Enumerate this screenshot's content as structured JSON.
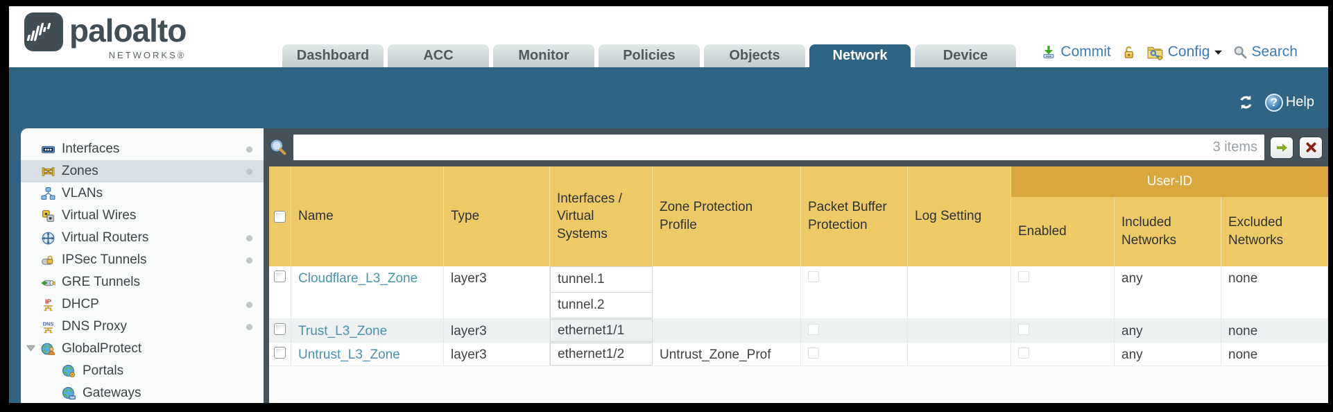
{
  "brand": {
    "name": "paloalto",
    "sub": "NETWORKS®"
  },
  "nav": {
    "tabs": [
      {
        "label": "Dashboard",
        "active": false
      },
      {
        "label": "ACC",
        "active": false
      },
      {
        "label": "Monitor",
        "active": false
      },
      {
        "label": "Policies",
        "active": false
      },
      {
        "label": "Objects",
        "active": false
      },
      {
        "label": "Network",
        "active": true
      },
      {
        "label": "Device",
        "active": false
      }
    ]
  },
  "toolbar": {
    "commit_label": "Commit",
    "config_label": "Config",
    "search_label": "Search"
  },
  "banner": {
    "help_label": "Help"
  },
  "sidebar": {
    "items": [
      {
        "label": "Interfaces",
        "icon": "interfaces-icon",
        "dot": true,
        "selected": false,
        "indent": false,
        "expanded": false
      },
      {
        "label": "Zones",
        "icon": "zones-icon",
        "dot": true,
        "selected": true,
        "indent": false,
        "expanded": false
      },
      {
        "label": "VLANs",
        "icon": "vlans-icon",
        "dot": false,
        "selected": false,
        "indent": false,
        "expanded": false
      },
      {
        "label": "Virtual Wires",
        "icon": "virtual-wires-icon",
        "dot": false,
        "selected": false,
        "indent": false,
        "expanded": false
      },
      {
        "label": "Virtual Routers",
        "icon": "virtual-routers-icon",
        "dot": true,
        "selected": false,
        "indent": false,
        "expanded": false
      },
      {
        "label": "IPSec Tunnels",
        "icon": "ipsec-tunnels-icon",
        "dot": true,
        "selected": false,
        "indent": false,
        "expanded": false
      },
      {
        "label": "GRE Tunnels",
        "icon": "gre-tunnels-icon",
        "dot": false,
        "selected": false,
        "indent": false,
        "expanded": false
      },
      {
        "label": "DHCP",
        "icon": "dhcp-icon",
        "dot": true,
        "selected": false,
        "indent": false,
        "expanded": false
      },
      {
        "label": "DNS Proxy",
        "icon": "dns-proxy-icon",
        "dot": true,
        "selected": false,
        "indent": false,
        "expanded": false
      },
      {
        "label": "GlobalProtect",
        "icon": "globalprotect-icon",
        "dot": false,
        "selected": false,
        "indent": false,
        "expanded": true
      },
      {
        "label": "Portals",
        "icon": "portals-icon",
        "dot": false,
        "selected": false,
        "indent": true,
        "expanded": false
      },
      {
        "label": "Gateways",
        "icon": "gateways-icon",
        "dot": false,
        "selected": false,
        "indent": true,
        "expanded": false
      }
    ]
  },
  "filter": {
    "value": "",
    "count_label": "3 items"
  },
  "table": {
    "columns": [
      {
        "key": "name",
        "label": "Name"
      },
      {
        "key": "type",
        "label": "Type"
      },
      {
        "key": "interfaces",
        "label": "Interfaces / Virtual Systems"
      },
      {
        "key": "zone_protection",
        "label": "Zone Protection Profile"
      },
      {
        "key": "packet_buffer",
        "label": "Packet Buffer Protection"
      },
      {
        "key": "log_setting",
        "label": "Log Setting"
      }
    ],
    "group": {
      "label": "User-ID",
      "columns": [
        {
          "key": "enabled",
          "label": "Enabled"
        },
        {
          "key": "included",
          "label": "Included Networks"
        },
        {
          "key": "excluded",
          "label": "Excluded Networks"
        }
      ]
    },
    "rows": [
      {
        "name": "Cloudflare_L3_Zone",
        "type": "layer3",
        "interfaces": [
          "tunnel.1",
          "tunnel.2"
        ],
        "zone_protection": "",
        "packet_buffer_checked": false,
        "log_setting": "",
        "user_id_enabled": false,
        "included_networks": "any",
        "excluded_networks": "none"
      },
      {
        "name": "Trust_L3_Zone",
        "type": "layer3",
        "interfaces": [
          "ethernet1/1"
        ],
        "zone_protection": "",
        "packet_buffer_checked": false,
        "log_setting": "",
        "user_id_enabled": false,
        "included_networks": "any",
        "excluded_networks": "none"
      },
      {
        "name": "Untrust_L3_Zone",
        "type": "layer3",
        "interfaces": [
          "ethernet1/2"
        ],
        "zone_protection": "Untrust_Zone_Prof",
        "packet_buffer_checked": false,
        "log_setting": "",
        "user_id_enabled": false,
        "included_networks": "any",
        "excluded_networks": "none"
      }
    ]
  },
  "colors": {
    "teal": "#2f6484",
    "slate": "#46525a",
    "header_orange": "#eeca67",
    "group_orange": "#d8a73e",
    "link_blue": "#4694b0",
    "toolbar_blue": "#3a7cb8",
    "selected_item": "#d6dfe3"
  }
}
